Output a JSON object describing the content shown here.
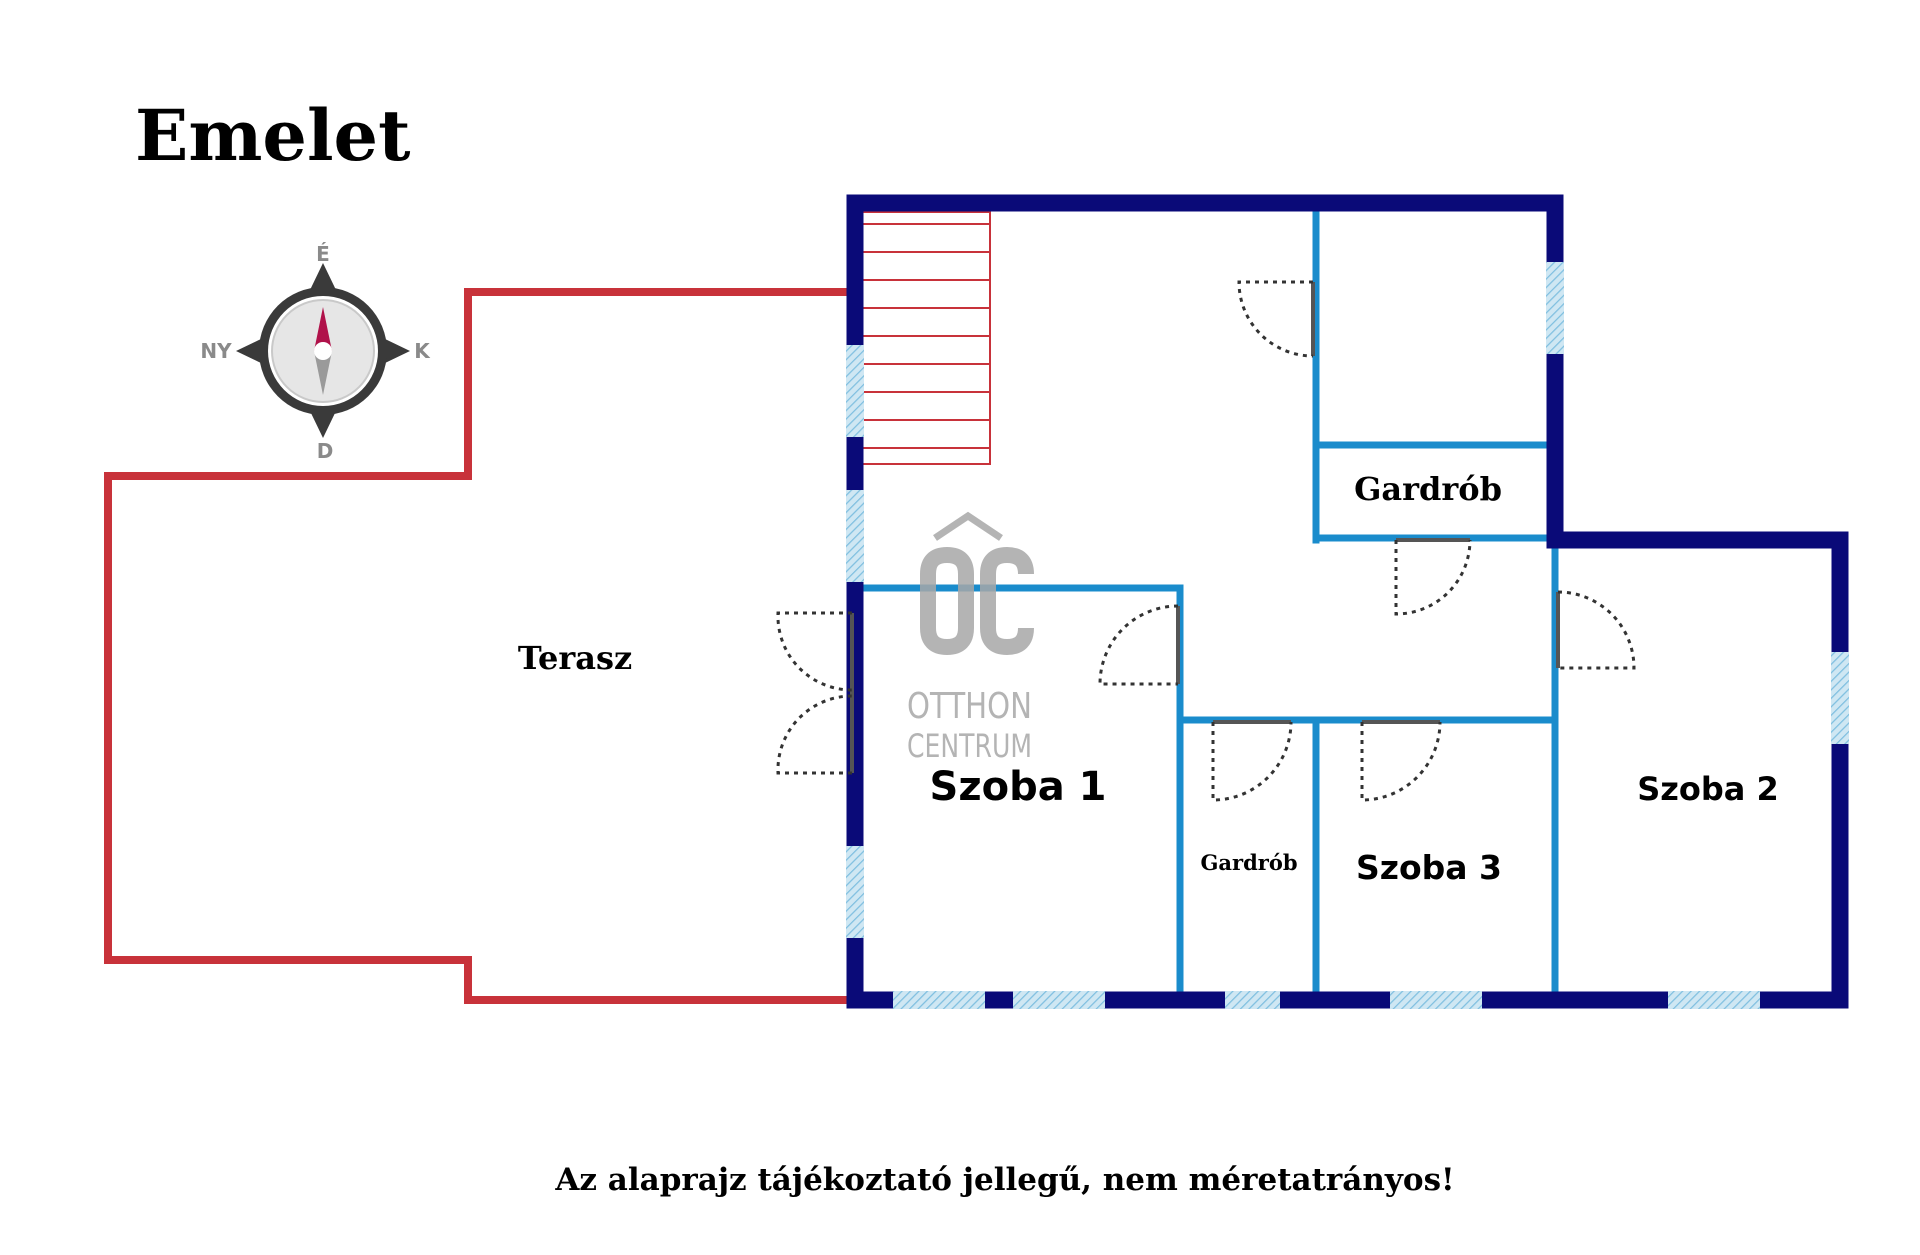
{
  "title": "Emelet",
  "disclaimer": "Az alaprajz tájékoztató jellegű, nem méretatrányos!",
  "compass": {
    "north": "É",
    "south": "D",
    "east": "K",
    "west": "NY"
  },
  "rooms": {
    "terrace": "Terasz",
    "closet_upper": "Gardrób",
    "closet_lower": "Gardrób",
    "room1": "Szoba 1",
    "room2": "Szoba 2",
    "room3": "Szoba 3"
  },
  "logo": {
    "mark": "ÔC",
    "line1": "OTTHON",
    "line2": "CENTRUM"
  },
  "colors": {
    "outer_wall": "#0a0a78",
    "inner_wall": "#1a8ccc",
    "terrace_outline": "#c8323a",
    "window_fill": "#a9d4ea",
    "compass_dark": "#3a3a3a",
    "compass_needle_north": "#b0124a",
    "logo_gray": "#a8a8a8"
  }
}
